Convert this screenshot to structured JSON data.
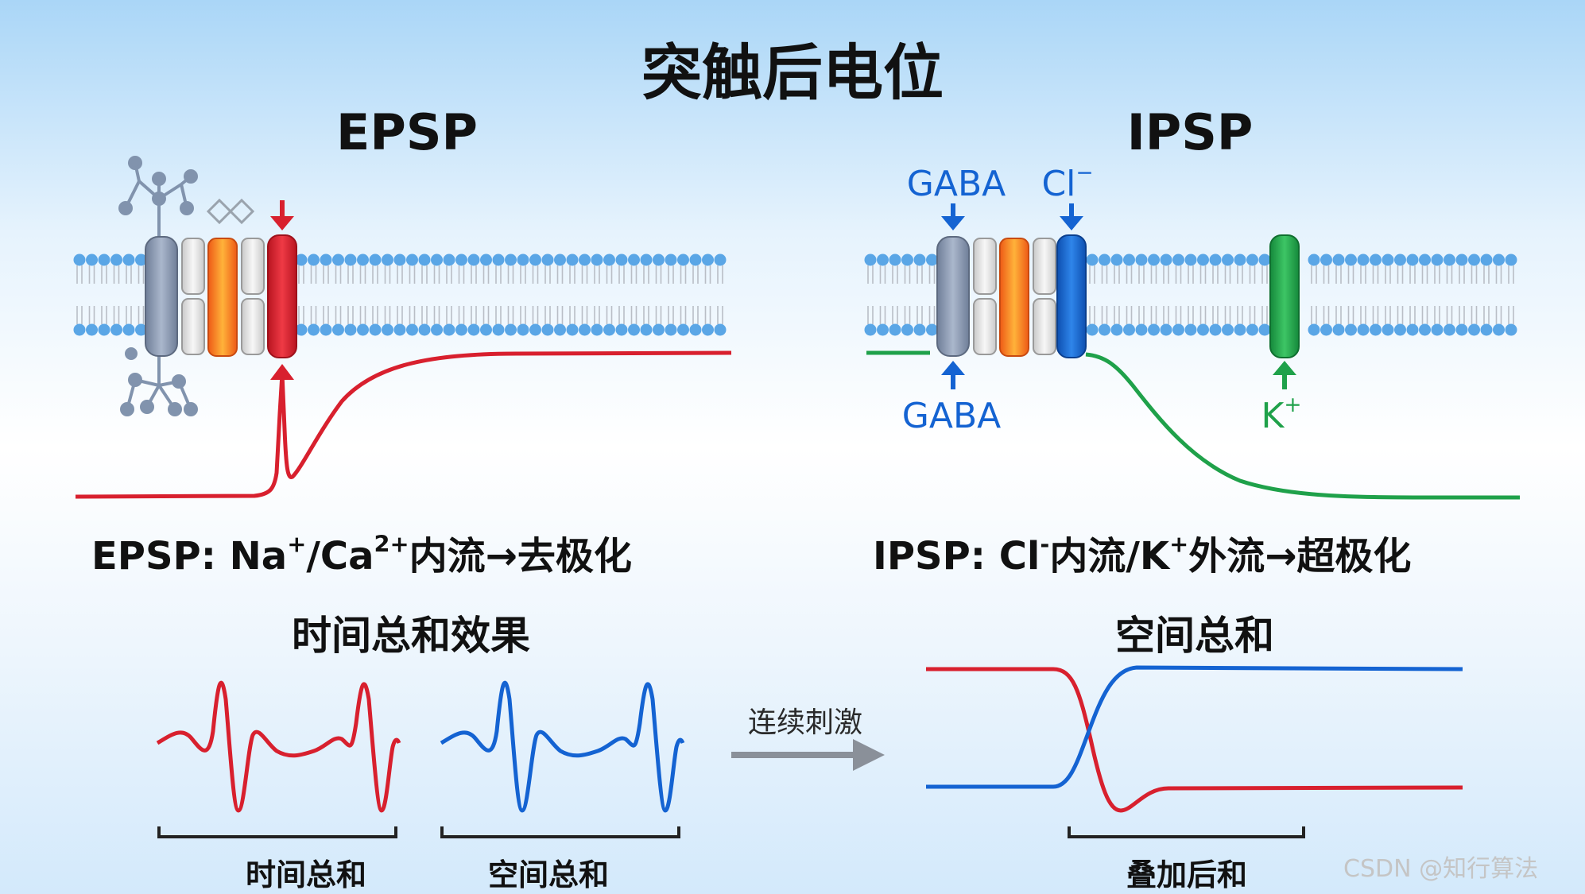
{
  "title": "突触后电位",
  "epsp": {
    "heading": "EPSP",
    "caption_prefix": "EPSP:  Na",
    "caption_sup1": "+",
    "caption_mid": "/Ca",
    "caption_sup2": "2+",
    "caption_suffix": "内流→去极化"
  },
  "ipsp": {
    "heading": "IPSP",
    "label_gaba_top": "GABA",
    "label_cl": "Cl",
    "label_cl_sup": "−",
    "label_gaba_bottom": "GABA",
    "label_k": "K",
    "label_k_sup": "+",
    "caption_prefix": "IPSP:  Cl",
    "caption_sup1": "-",
    "caption_mid": "内流/K",
    "caption_sup2": "+",
    "caption_suffix": "外流→超极化"
  },
  "summation": {
    "temporal_title": "时间总和效果",
    "spatial_title": "空间总和",
    "temporal_label": "时间总和",
    "spatial_label": "空间总和",
    "summed_label": "叠加后和",
    "arrow_label": "连续刺激"
  },
  "watermark": "CSDN @知行算法",
  "colors": {
    "excitatory": "#d8202e",
    "inhibitory_channel": "#1463d2",
    "inhibitory_trace": "#1fa14a",
    "k_channel": "#1fa14a",
    "membrane_head": "#5aa6e6",
    "receptor_gray": "#8d9cb4",
    "channel_orange": "#f26a1b"
  }
}
